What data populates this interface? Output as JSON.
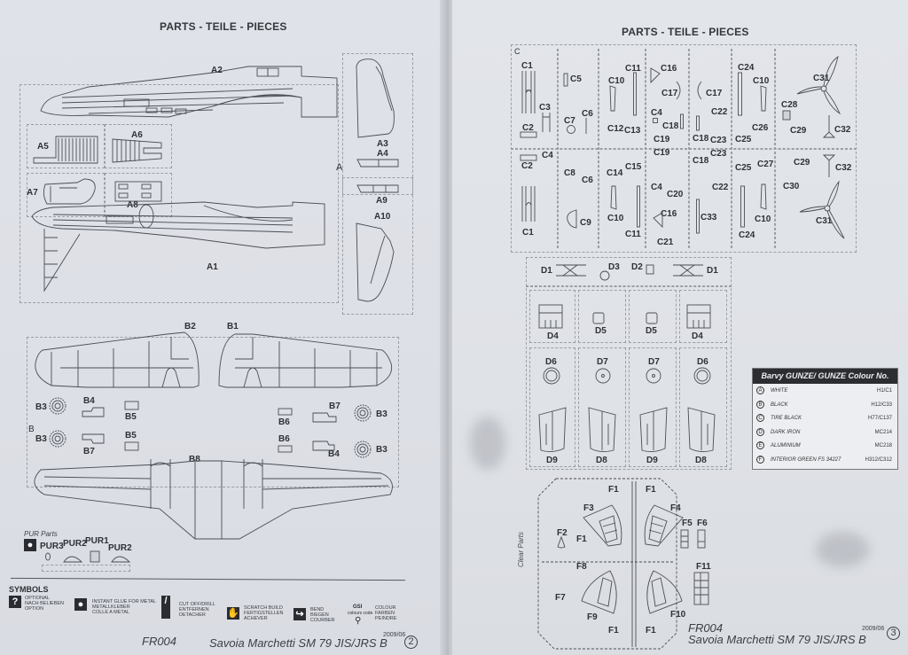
{
  "left_page": {
    "title": "PARTS - TEILE - PIECES",
    "sprue_a": {
      "letter": "A",
      "parts": [
        "A1",
        "A2",
        "A3",
        "A4",
        "A5",
        "A6",
        "A7",
        "A8",
        "A9",
        "A10"
      ]
    },
    "sprue_b": {
      "letter": "B",
      "parts": [
        "B1",
        "B2",
        "B3",
        "B3",
        "B3",
        "B3",
        "B4",
        "B4",
        "B5",
        "B5",
        "B6",
        "B6",
        "B7",
        "B7",
        "B8"
      ]
    },
    "pur_parts": {
      "title": "PUR Parts",
      "labels": [
        "PUR3",
        "PUR2",
        "PUR1",
        "PUR2"
      ]
    },
    "symbols": {
      "title": "SYMBOLS",
      "items": [
        {
          "icon": "question-icon",
          "glyph": "?",
          "lines": [
            "OPTIONAL",
            "NACH BELIEBEN",
            "OPTION"
          ]
        },
        {
          "icon": "glue-drop-icon",
          "glyph": "●",
          "lines": [
            "INSTANT GLUE FOR METAL",
            "METALLKLEBER",
            "COLLE A METAL"
          ]
        },
        {
          "icon": "cut-drill-icon",
          "glyph": "/",
          "lines": [
            "CUT OFF/DRILL",
            "ENTFERNEN",
            "DETACHER"
          ]
        },
        {
          "icon": "scratch-build-hand-icon",
          "glyph": "✋",
          "lines": [
            "SCRATCH BUILD",
            "FERTIGSTELLEN",
            "ACHEVER"
          ]
        },
        {
          "icon": "bend-icon",
          "glyph": "↪",
          "lines": [
            "BEND",
            "BIEGEN",
            "COURBER"
          ]
        },
        {
          "icon": "colour-brush-icon",
          "glyph": "GSI",
          "sublabel": "colours code",
          "lines": [
            "COLOUR",
            "FARBEN",
            "PEINDRE"
          ]
        }
      ]
    },
    "footer": {
      "code": "FR004",
      "name": "Savoia Marchetti SM 79 JIS/JRS B",
      "date": "2009/06",
      "page": "2"
    }
  },
  "right_page": {
    "title": "PARTS - TEILE - PIECES",
    "sprue_c": {
      "letter": "C",
      "top_labels": [
        "C1",
        "C2",
        "C3",
        "C5",
        "C7",
        "C6",
        "C10",
        "C11",
        "C12",
        "C13",
        "C16",
        "C17",
        "C4",
        "C18",
        "C19",
        "C17",
        "C22",
        "C18",
        "C23",
        "C24",
        "C10",
        "C25",
        "C26",
        "C31",
        "C28",
        "C29",
        "C32"
      ],
      "bottom_labels": [
        "C2",
        "C4",
        "C1",
        "C8",
        "C6",
        "C9",
        "C14",
        "C15",
        "C10",
        "C11",
        "C19",
        "C4",
        "C20",
        "C16",
        "C21",
        "C18",
        "C23",
        "C22",
        "C33",
        "C25",
        "C27",
        "C10",
        "C24",
        "C29",
        "C30",
        "C32",
        "C31"
      ]
    },
    "sprue_d": {
      "top": [
        "D1",
        "D3",
        "D2",
        "D1"
      ],
      "middle": [
        "D4",
        "D5",
        "D5",
        "D4"
      ],
      "wheels": [
        "D6",
        "D7",
        "D7",
        "D6"
      ],
      "doors": [
        "D9",
        "D8",
        "D9",
        "D8"
      ]
    },
    "sprue_f": {
      "side_label": "Clear Parts",
      "labels": [
        "F1",
        "F1",
        "F3",
        "F4",
        "F2",
        "F1",
        "F5",
        "F6",
        "F8",
        "F7",
        "F11",
        "F9",
        "F10",
        "F1",
        "F1"
      ]
    },
    "colour_table": {
      "header": "Barvy GUNZE/ GUNZE Colour No.",
      "rows": [
        {
          "letter": "A",
          "name": "WHITE",
          "code": "H1/C1"
        },
        {
          "letter": "B",
          "name": "BLACK",
          "code": "H12/C33"
        },
        {
          "letter": "C",
          "name": "TIRE BLACK",
          "code": "H77/C137"
        },
        {
          "letter": "D",
          "name": "DARK IRON",
          "code": "MC214"
        },
        {
          "letter": "E",
          "name": "ALUMINIUM",
          "code": "MC218"
        },
        {
          "letter": "F",
          "name": "INTERIOR GREEN FS 34227",
          "code": "H312/C312"
        }
      ]
    },
    "footer": {
      "code": "FR004",
      "name": "Savoia Marchetti SM 79 JIS/JRS B",
      "date": "2009/06",
      "page": "3"
    }
  }
}
